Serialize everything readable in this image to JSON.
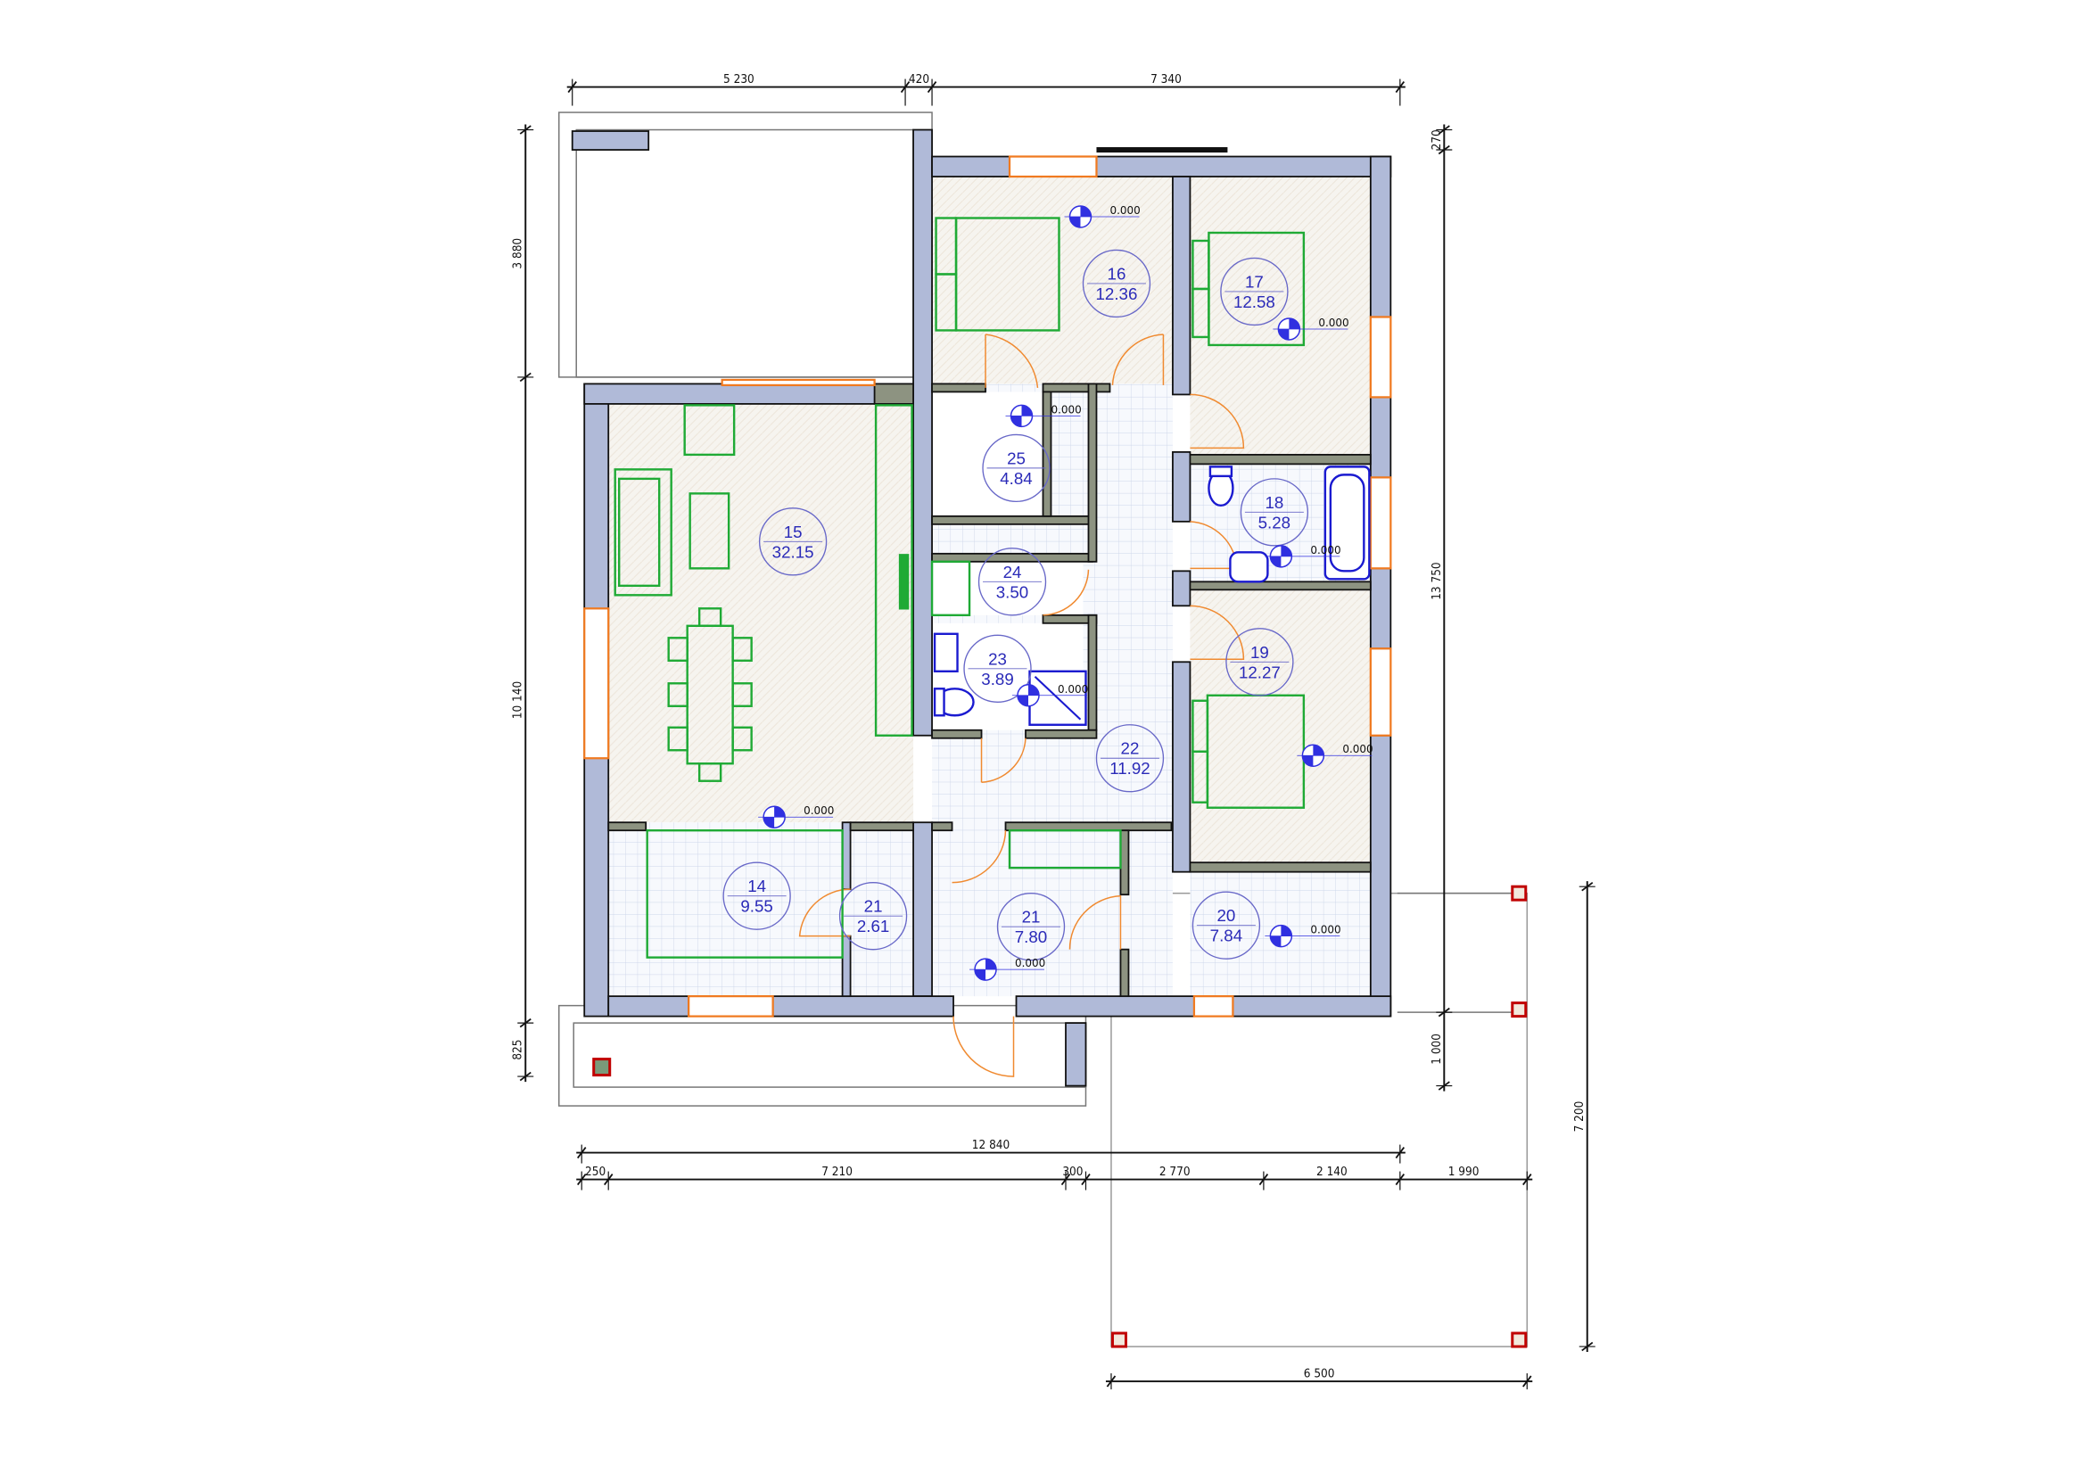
{
  "rooms": [
    {
      "number": "15",
      "area": "32.15"
    },
    {
      "number": "16",
      "area": "12.36"
    },
    {
      "number": "17",
      "area": "12.58"
    },
    {
      "number": "25",
      "area": "4.84"
    },
    {
      "number": "18",
      "area": "5.28"
    },
    {
      "number": "24",
      "area": "3.50"
    },
    {
      "number": "23",
      "area": "3.89"
    },
    {
      "number": "19",
      "area": "12.27"
    },
    {
      "number": "22",
      "area": "11.92"
    },
    {
      "number": "14",
      "area": "9.55"
    },
    {
      "number": "21",
      "area": "2.61"
    },
    {
      "number": "21",
      "area": "7.80"
    },
    {
      "number": "20",
      "area": "7.84"
    }
  ],
  "level_marks": [
    "0.000",
    "0.000",
    "0.000",
    "0.000",
    "0.000",
    "0.000",
    "0.000",
    "0.000",
    "0.000"
  ],
  "dimensions": {
    "top": [
      "5 230",
      "420",
      "7 340"
    ],
    "left": [
      "3 880",
      "10 140",
      "825"
    ],
    "right_inner": [
      "270",
      "13 750",
      "1 000"
    ],
    "right_outer": [
      "7 200"
    ],
    "bottom_total": [
      "12 840"
    ],
    "bottom_chain": [
      "250",
      "7 210",
      "300",
      "2 770",
      "2 140",
      "1 990"
    ],
    "pergola": [
      "6 500"
    ]
  },
  "colors": {
    "wall": "#b0bad8",
    "furniture": "#1faa35",
    "sanitary": "#1a1ad0",
    "tag": "#2a2ab8",
    "window": "#f07a20",
    "column": "#c00000"
  }
}
